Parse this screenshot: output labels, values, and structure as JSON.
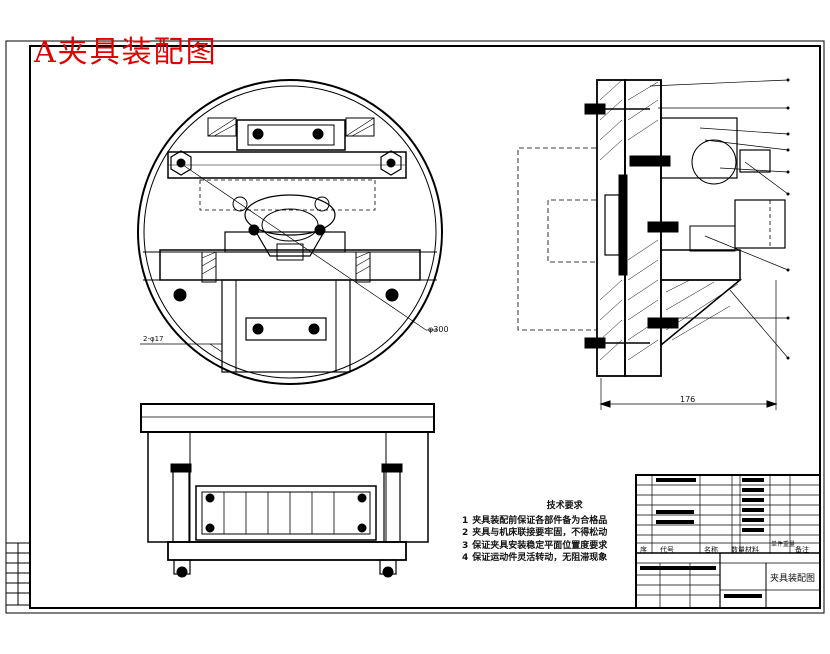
{
  "drawing": {
    "title": "A夹具装配图",
    "technical_requirements": {
      "heading": "技术要求",
      "items": [
        {
          "num": "1",
          "text": "夹具装配前保证各部件备为合格品"
        },
        {
          "num": "2",
          "text": "夹具与机床联接要牢固，不得松动"
        },
        {
          "num": "3",
          "text": "保证夹具安装稳定平面位置度要求"
        },
        {
          "num": "4",
          "text": "保证运动件灵活转动，无阻滞现象"
        }
      ]
    },
    "dimensions": {
      "diameter": "φ300",
      "length": "176",
      "left_note": "2-φ17"
    },
    "title_block": {
      "drawing_name": "夹具装配图",
      "header_labels": [
        "序",
        "代号",
        "名称",
        "数量",
        "材料",
        "单件重量",
        "备注"
      ]
    }
  }
}
